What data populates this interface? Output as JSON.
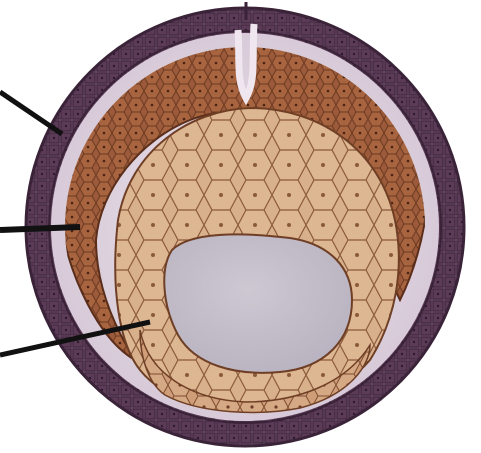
{
  "figure": {
    "pointer_lines": [
      {
        "id": "pointer-line-top"
      },
      {
        "id": "pointer-line-middle"
      },
      {
        "id": "pointer-line-bottom"
      }
    ]
  }
}
